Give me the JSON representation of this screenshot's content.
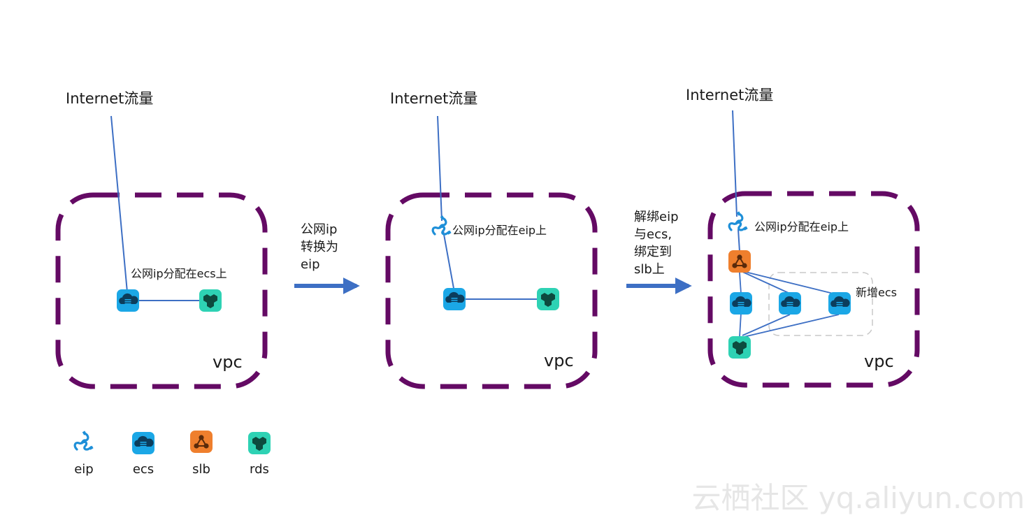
{
  "colors": {
    "vpc_border": "#640a64",
    "link": "#3d6fc4",
    "arrow": "#3d6fc4",
    "ecs": "#1ba7e6",
    "slb": "#ef7f2d",
    "rds": "#2ed2b4",
    "eip": "#1e8fd8",
    "group_border": "#c8c8c8",
    "watermark": "#e6e6e6"
  },
  "stage1": {
    "internet_label": "Internet流量",
    "ip_label": "公网ip分配在ecs上",
    "vpc_label": "vpc"
  },
  "transition1": {
    "lines": [
      "公网ip",
      "转换为",
      "eip"
    ]
  },
  "stage2": {
    "internet_label": "Internet流量",
    "ip_label": "公网ip分配在eip上",
    "vpc_label": "vpc"
  },
  "transition2": {
    "lines": [
      "解绑eip",
      "与ecs,",
      "绑定到",
      "slb上"
    ]
  },
  "stage3": {
    "internet_label": "Internet流量",
    "ip_label": "公网ip分配在eip上",
    "new_ecs_label": "新增ecs",
    "vpc_label": "vpc"
  },
  "legend": {
    "items": [
      {
        "icon": "eip-icon",
        "label": "eip"
      },
      {
        "icon": "ecs-icon",
        "label": "ecs"
      },
      {
        "icon": "slb-icon",
        "label": "slb"
      },
      {
        "icon": "rds-icon",
        "label": "rds"
      }
    ]
  },
  "watermark": "云栖社区 yq.aliyun.com"
}
